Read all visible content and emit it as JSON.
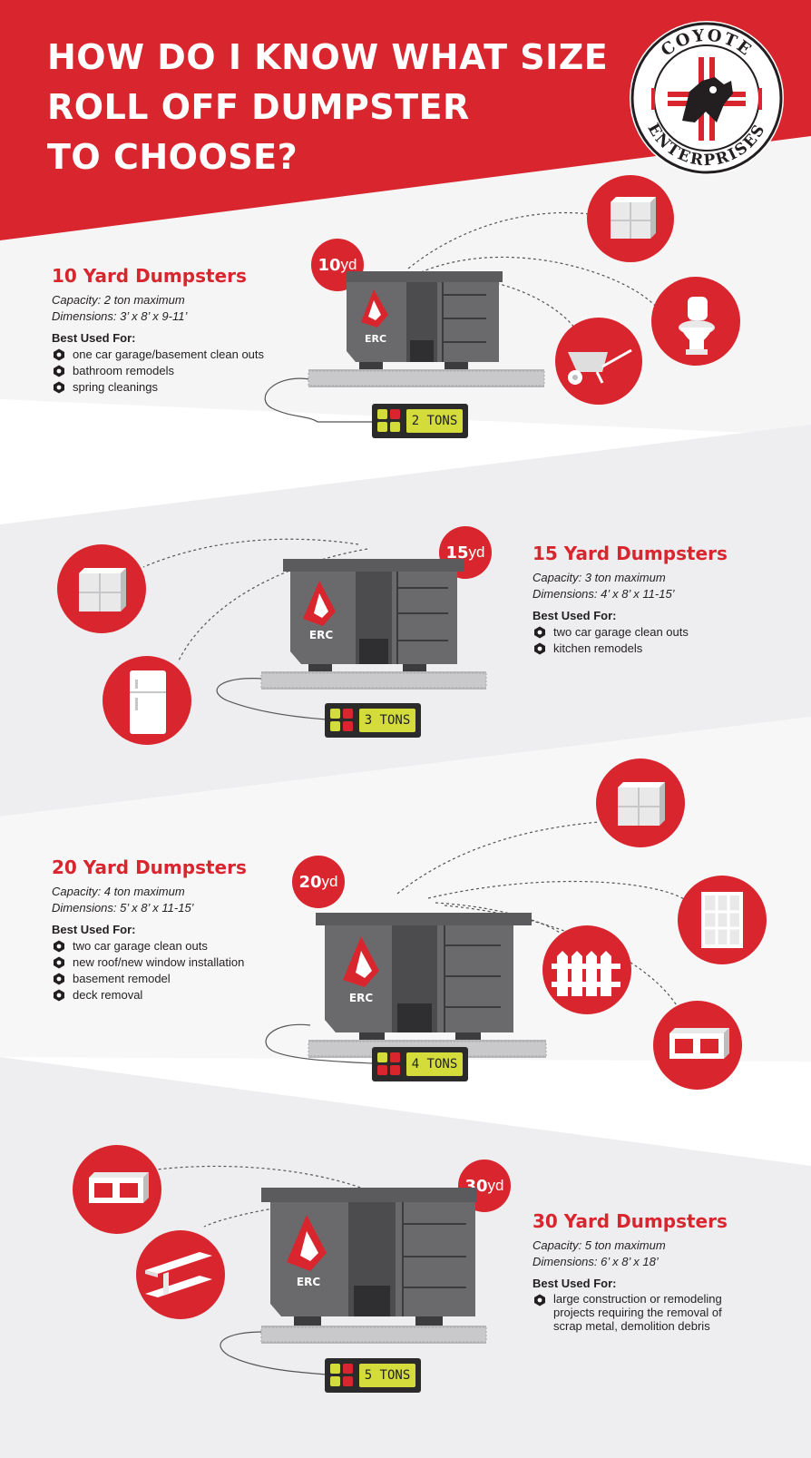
{
  "title_lines": [
    "HOW DO I KNOW WHAT SIZE",
    "ROLL OFF DUMPSTER",
    "TO CHOOSE?"
  ],
  "logo": {
    "top_text": "COYOTE",
    "bottom_text": "ENTERPRISES",
    "colors": {
      "ring": "#231f20",
      "fill": "#d9262e"
    }
  },
  "brand_mark": "ERC",
  "colors": {
    "red": "#d9262e",
    "dark_gray": "#5b5b5d",
    "light_gray": "#efeff1",
    "lcd_yellow": "#d4dc3c"
  },
  "sections": [
    {
      "yd_number": "10",
      "yd_unit": "yd",
      "heading": "10 Yard Dumpsters",
      "capacity": "Capacity: 2 ton maximum",
      "dimensions": "Dimensions: 3’ x 8’ x 9-11’",
      "best_used_for": "Best Used For:",
      "uses": [
        "one car garage/basement clean outs",
        "bathroom remodels",
        "spring cleanings"
      ],
      "weight": "2 TONS",
      "icons": [
        "drywall-icon",
        "toilet-icon",
        "wheelbarrow-icon"
      ]
    },
    {
      "yd_number": "15",
      "yd_unit": "yd",
      "heading": "15 Yard Dumpsters",
      "capacity": "Capacity: 3 ton maximum",
      "dimensions": "Dimensions: 4’ x 8’ x 11-15’",
      "best_used_for": "Best Used For:",
      "uses": [
        "two car garage clean outs",
        "kitchen remodels"
      ],
      "weight": "3 TONS",
      "icons": [
        "drywall-icon",
        "refrigerator-icon"
      ]
    },
    {
      "yd_number": "20",
      "yd_unit": "yd",
      "heading": "20 Yard Dumpsters",
      "capacity": "Capacity: 4 ton maximum",
      "dimensions": "Dimensions: 5’ x 8’ x 11-15’",
      "best_used_for": "Best Used For:",
      "uses": [
        "two car garage clean outs",
        "new roof/new window installation",
        "basement remodel",
        "deck removal"
      ],
      "weight": "4 TONS",
      "icons": [
        "drywall-icon",
        "window-icon",
        "fence-icon",
        "cinder-block-icon"
      ]
    },
    {
      "yd_number": "30",
      "yd_unit": "yd",
      "heading": "30 Yard Dumpsters",
      "capacity": "Capacity: 5 ton maximum",
      "dimensions": "Dimensions: 6’ x 8’ x 18’",
      "best_used_for": "Best Used For:",
      "uses": [
        "large construction or remodeling projects requiring the removal of scrap metal, demolition debris"
      ],
      "weight": "5 TONS",
      "icons": [
        "cinder-block-icon",
        "steel-beam-icon"
      ]
    }
  ]
}
